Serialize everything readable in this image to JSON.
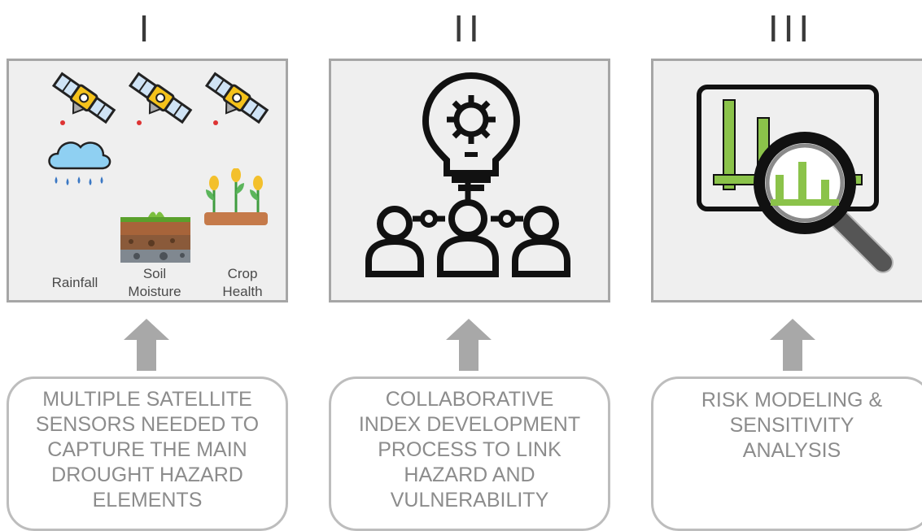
{
  "steps": [
    {
      "numeral": "I",
      "icons": [
        "satellite-icon",
        "satellite-icon",
        "satellite-icon",
        "rain-cloud-icon",
        "soil-layers-icon",
        "crops-icon"
      ],
      "labels": {
        "rainfall": "Rainfall",
        "soil": "Soil\nMoisture",
        "crop": "Crop\nHealth"
      },
      "description": "MULTIPLE SATELLITE\nSENSORS NEEDED TO\nCAPTURE THE MAIN\nDROUGHT HAZARD\nELEMENTS"
    },
    {
      "numeral": "II",
      "icons": [
        "lightbulb-gear-icon",
        "people-network-icon"
      ],
      "description": "COLLABORATIVE\nINDEX DEVELOPMENT\nPROCESS TO LINK\nHAZARD AND\nVULNERABILITY"
    },
    {
      "numeral": "III",
      "icons": [
        "chart-board-icon",
        "magnifying-glass-icon"
      ],
      "description": "RISK MODELING &\nSENSITIVITY\nANALYSIS"
    }
  ],
  "colors": {
    "panel_bg": "#efefef",
    "panel_border": "#a6a6a6",
    "arrow": "#a8a8a8",
    "text": "#8c8c8c",
    "chart_green": "#8bc34a"
  }
}
